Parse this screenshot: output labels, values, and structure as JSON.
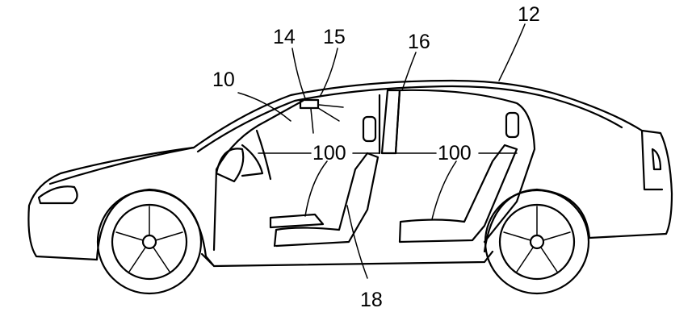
{
  "figure": {
    "labels": {
      "vehicle": "12",
      "interior": "10",
      "camera": "14",
      "field_of_view": "15",
      "rear_door_opening": "16",
      "seat": "18",
      "front_seat_zone": "100",
      "rear_seat_zone": "100"
    }
  }
}
